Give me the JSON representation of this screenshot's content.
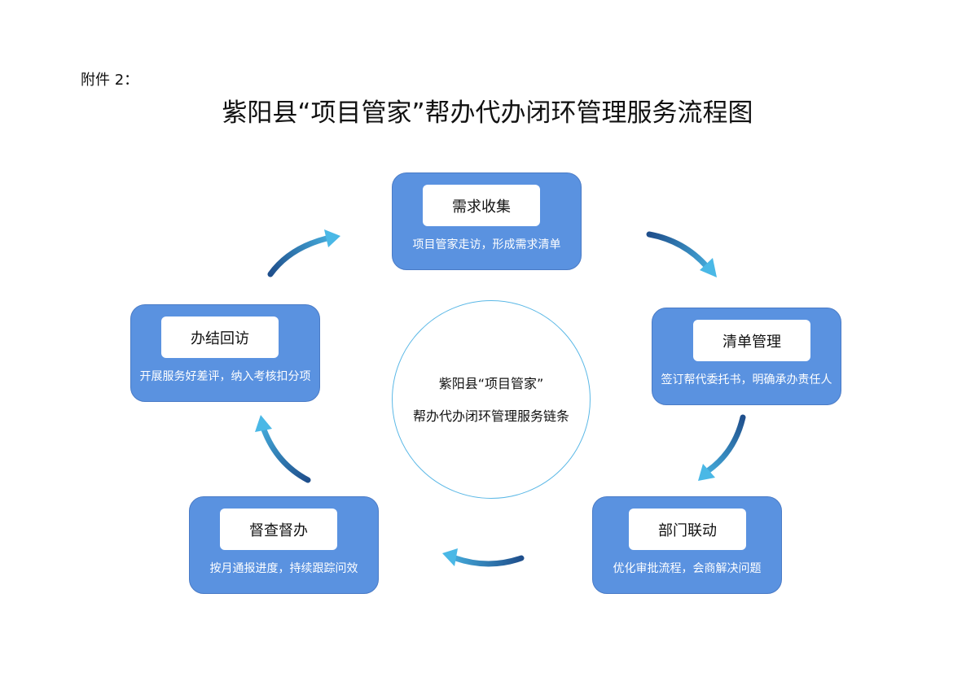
{
  "header": {
    "attachment": "附件 2：",
    "title": "紫阳县“项目管家”帮办代办闭环管理服务流程图"
  },
  "center": {
    "line1": "紫阳县“项目管家”",
    "line2": "帮办代办闭环管理服务链条"
  },
  "steps": [
    {
      "label": "需求收集",
      "desc": "项目管家走访，形成需求清单"
    },
    {
      "label": "清单管理",
      "desc": "签订帮代委托书，明确承办责任人"
    },
    {
      "label": "部门联动",
      "desc": "优化审批流程，会商解决问题"
    },
    {
      "label": "督查督办",
      "desc": "按月通报进度，持续跟踪问效"
    },
    {
      "label": "办结回访",
      "desc": "开展服务好差评，纳入考核扣分项"
    }
  ],
  "colors": {
    "node_fill": "#5a92e0",
    "arrow_dark": "#1f4f8c",
    "arrow_light": "#4ab8e6",
    "circle": "#5bb8e6"
  }
}
